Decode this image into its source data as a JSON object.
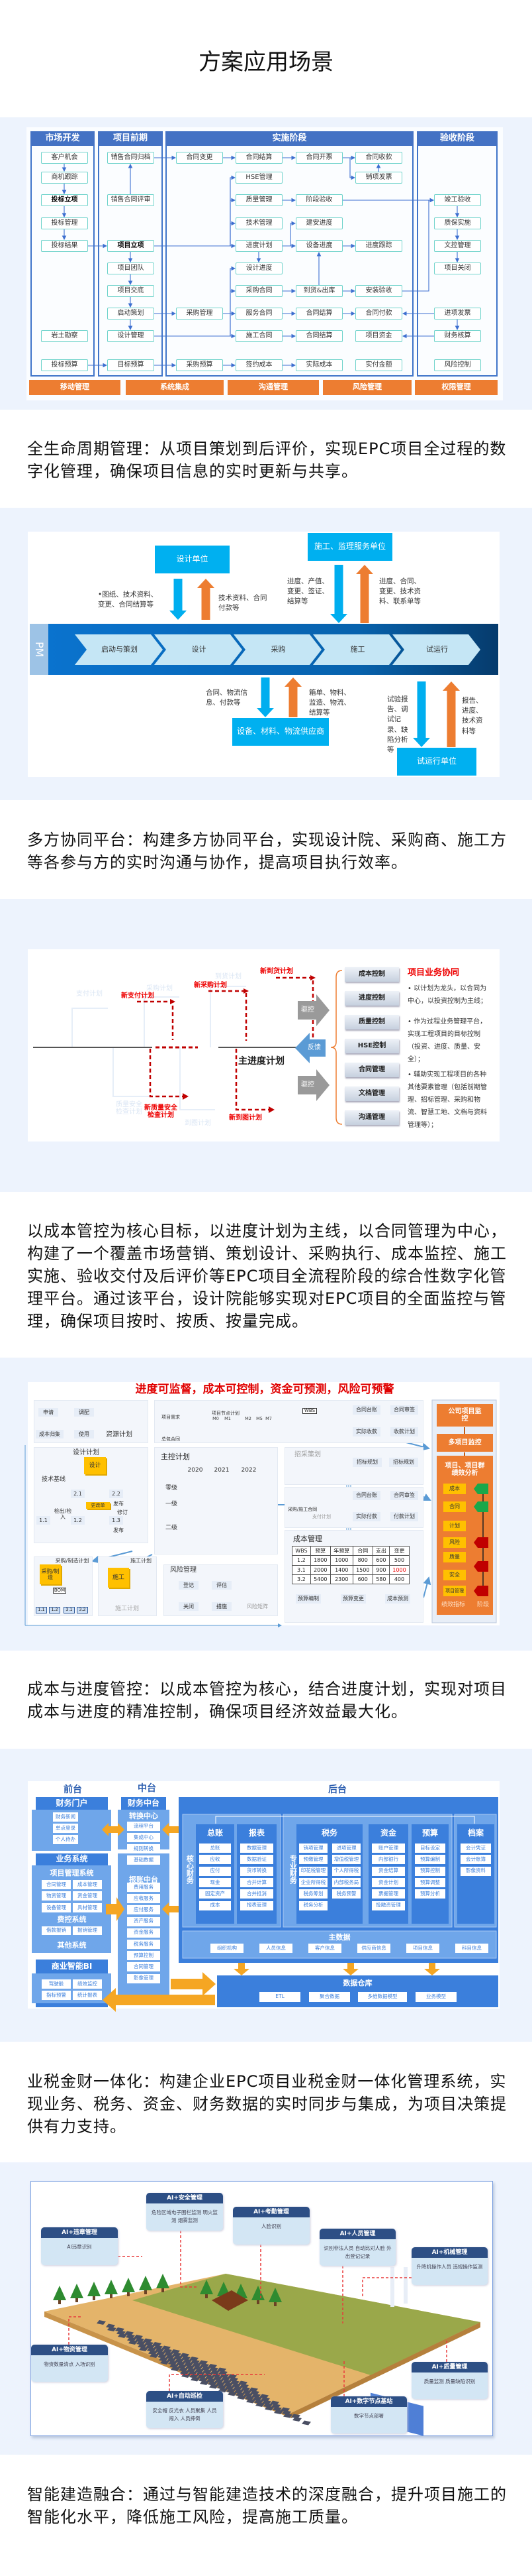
{
  "page_title": "方案应用场景",
  "sections": [
    {
      "text": "全生命周期管理：从项目策划到后评价，实现EPC项目全过程的数字化管理，确保项目信息的实时更新与共享。"
    },
    {
      "text": "多方协同平台：构建多方协同平台，实现设计院、采购商、施工方等各参与方的实时沟通与协作，提高项目执行效率。"
    },
    {
      "text": "以成本管控为核心目标，以进度计划为主线，以合同管理为中心，构建了一个覆盖市场营销、策划设计、采购执行、成本监控、施工实施、验收交付及后评价等EPC项目全流程阶段的综合性数字化管理平台。通过该平台，设计院能够实现对EPC项目的全面监控与管理，确保项目按时、按质、按量完成。"
    },
    {
      "text": "成本与进度管控：以成本管控为核心，结合进度计划，实现对项目成本与进度的精准控制，确保项目经济效益最大化。"
    },
    {
      "text": "业税金财一体化：构建企业EPC项目业税金财一体化管理系统，实现业务、税务、资金、财务数据的实时同步与集成，为项目决策提供有力支持。"
    },
    {
      "text": "智能建造融合：通过与智能建造技术的深度融合，提升项目施工的智能化水平，降低施工风险，提高施工质量。"
    }
  ],
  "panel1": {
    "columns": [
      "市场开发",
      "项目前期",
      "实施阶段",
      "验收阶段"
    ],
    "nodes": [
      "客户机会",
      "商机跟踪",
      "投标立项",
      "投标管理",
      "投标结果",
      "岩土勘察",
      "投标预算",
      "销售合同归档",
      "销售合同评审",
      "项目立项",
      "项目团队",
      "项目交底",
      "启动策划",
      "设计管理",
      "目标预算",
      "合同变更",
      "采购管理",
      "采购预算",
      "合同结算",
      "HSE管理",
      "质量管理",
      "技术管理",
      "进度计划",
      "设计进度",
      "采购合同",
      "服务合同",
      "施工合同",
      "签约成本",
      "合同开票",
      "阶段验收",
      "建安进度",
      "设备进度",
      "到货&出库",
      "合同结算",
      "合同结算",
      "实际成本",
      "合同收款",
      "销项发票",
      "进度跟踪",
      "安装验收",
      "合同付款",
      "项目资金",
      "实付金额",
      "竣工验收",
      "质保实施",
      "文控管理",
      "项目关闭",
      "进项发票",
      "财务核算",
      "风险控制"
    ],
    "footer": [
      "移动管理",
      "系统集成",
      "沟通管理",
      "风险管理",
      "权限管理"
    ],
    "colors": {
      "header": "#4472c4",
      "node_border": "#6fd3cb",
      "footer": "#ed7d31"
    }
  },
  "panel2": {
    "band_label": "PM",
    "stages": [
      "启动与策划",
      "设计",
      "采购",
      "施工",
      "试运行"
    ],
    "parties": [
      "设计单位",
      "施工、监理服务单位",
      "设备、材料、物流供应商",
      "试运行单位"
    ],
    "flows": [
      "•图纸、技术资料、变更、合同结算等",
      "技术资料、合同付款等",
      "进度、产值、变更、签证、结算等",
      "进度、合同、变更、技术资料、联系单等",
      "合同、物流信息、付款等",
      "箱单、物料、监造、物流、结算等",
      "试验报告、调试记录、缺陷分析等",
      "报告、进度、技术资料等"
    ],
    "colors": {
      "down": "#00aeef",
      "up": "#ed7d31"
    }
  },
  "panel3": {
    "old_plans": [
      "支付计划",
      "采购计划",
      "到货计划",
      "质量安全检查计划",
      "到图计划"
    ],
    "new_plans": [
      "新支付计划",
      "新采购计划",
      "新到货计划",
      "新质量安全检查计划",
      "新到图计划"
    ],
    "main_plan": "主进度计划",
    "drive_label": "驱控",
    "drive_label_2": "驱控",
    "feedback_label": "反馈",
    "controls": [
      "成本控制",
      "进度控制",
      "质量控制",
      "HSE控制",
      "合同管理",
      "文档管理",
      "沟通管理"
    ],
    "heading": "项目业务协同",
    "bullets": [
      "• 以计划为龙头，以合同为中心，以投资控制为主线；",
      "• 作为过程业务管理平台，实现工程项目的目标控制（投资、进度、质量、安全）；",
      "• 辅助实现工程项目的各种其他要素管理（包括前期管理、招标管理、采购和物流、智慧工地、文档与资料管理等）；"
    ]
  },
  "panel4": {
    "title": "进度可监督，成本可控制，资金可预测，风险可预警",
    "resource": {
      "apply": "申请",
      "allocate": "调配",
      "use": "使用",
      "collect": "成本归集",
      "plan": "资源计划"
    },
    "top": {
      "demand": "项目需求",
      "contract": "总包合同",
      "node_plan": "项目节点计划",
      "milestones": [
        "M0",
        "M1",
        "M2",
        "M5",
        "M7"
      ],
      "wbs": "WBS",
      "ledger": "合同台账",
      "sign": "合同审签",
      "receipt": "实际收款",
      "receipt_plan": "收款计划"
    },
    "design": {
      "title": "设计计划",
      "baseline": "技术基线",
      "design": "设计",
      "n21": "2.1",
      "n22": "2.2",
      "change": "更改单",
      "publish1": "发布",
      "revise": "修订",
      "checkio": "检出/检入",
      "n11": "1.1",
      "n12": "1.2",
      "n13": "1.3",
      "publish2": "发布"
    },
    "master": {
      "title": "主控计划",
      "years": [
        "2020",
        "2021",
        "2022"
      ],
      "levels": [
        "零级",
        "一级",
        "二级"
      ]
    },
    "bidding": {
      "title": "招采策划",
      "items": [
        "招标规划",
        "招标规划"
      ]
    },
    "payment": {
      "contract": "采购/施工合同",
      "pay_plan": "支付计划",
      "ledger": "合同台账",
      "sign": "合同审签",
      "actual": "实际付款",
      "plan": "付款计划"
    },
    "cost": {
      "title": "成本管理",
      "headers": [
        "WBS",
        "预算",
        "年预算",
        "合同",
        "支出",
        "变更"
      ],
      "rows": [
        [
          "1.2",
          "1800",
          "1000",
          "800",
          "600",
          "500"
        ],
        [
          "3.1",
          "2000",
          "1400",
          "1500",
          "900",
          "1000"
        ],
        [
          "3.2",
          "5400",
          "2300",
          "600",
          "580",
          "400"
        ]
      ],
      "flow": [
        "预算编制",
        "预算变更",
        "成本预测"
      ]
    },
    "procurement": {
      "title": "采购/制造计划",
      "sticky": "采购/制造",
      "bom": "BOM",
      "leaves": [
        "1.1",
        "1.2",
        "3.1",
        "3.2"
      ]
    },
    "construction": {
      "title": "施工计划",
      "sticky": "施工",
      "plan": "施工计划"
    },
    "risk": {
      "title": "风险管理",
      "register": "登记",
      "assess": "评估",
      "measure": "措施",
      "close": "关闭",
      "matrix": "风险矩阵"
    },
    "monitor": {
      "company": "公司项目监控",
      "multi": "多项目监控",
      "analysis": "项目、项目群绩效分析",
      "indicators": [
        "成本",
        "合同",
        "计划",
        "风险",
        "质量",
        "安全",
        "项目管理"
      ],
      "kpi_label": "绩效指标",
      "stage_label": "阶段"
    }
  },
  "panel5": {
    "tiers": [
      "前台",
      "中台",
      "后台"
    ],
    "portal": {
      "title": "财务门户",
      "items": [
        "财务新闻",
        "单点登录",
        "个人待办"
      ]
    },
    "business": {
      "title": "业务系统",
      "pms": "项目管理系统",
      "pms_items": [
        "合同管理",
        "成本管理",
        "物资管理",
        "资金管理",
        "设备管理",
        "具材管理"
      ],
      "expense": "费控系统",
      "expense_items": [
        "借款报销",
        "报销管理"
      ],
      "other": "其他系统"
    },
    "bi": {
      "title": "商业智能BI",
      "items": [
        "驾驶舱",
        "绩效监控",
        "指标预警",
        "统计报表"
      ]
    },
    "middle": {
      "title": "财务中台",
      "conv": "转换中心",
      "conv_items": [
        "流程平台",
        "集成中心",
        "规则转换",
        "基础数据"
      ],
      "claim": "报账中台",
      "claim_items": [
        "费用服务",
        "应收服务",
        "应付服务",
        "资产服务",
        "资金服务",
        "税务服务",
        "预算控制",
        "合同管理",
        "影像管理"
      ]
    },
    "core": {
      "label": "核心财务",
      "ledger": "总账",
      "ledger_items": [
        "总账",
        "应收",
        "应付",
        "现金",
        "固定资产",
        "成本"
      ],
      "report": "报表",
      "report_items": [
        "数据管理",
        "数据验证",
        "货币转换",
        "合并计算",
        "合并抵消",
        "报表管理"
      ]
    },
    "pro": {
      "label": "专业财务",
      "tax": "税务",
      "tax_items": [
        "销项管理",
        "进项管理",
        "预缴管理",
        "增值税管理",
        "印花税管理",
        "个人所得税",
        "企业所得税",
        "内部税务局",
        "税务筹划",
        "税务预警",
        "税务分析"
      ],
      "fund": "资金",
      "fund_items": [
        "账户管理",
        "内部银行",
        "资金结算",
        "资金计划",
        "票据管理",
        "投融资管理"
      ],
      "budget": "预算",
      "budget_items": [
        "目标设定",
        "预算编制",
        "预算控制",
        "预算调整",
        "预算分析"
      ]
    },
    "archive": {
      "title": "档案",
      "items": [
        "会计凭证",
        "会计账簿",
        "影像资料"
      ]
    },
    "master": {
      "title": "主数据",
      "items": [
        "组织机构",
        "人员信息",
        "客户信息",
        "供应商信息",
        "项目信息",
        "科目信息"
      ]
    },
    "warehouse": {
      "title": "数据仓库",
      "items": [
        "ETL",
        "聚合数据",
        "多维数据模型",
        "业务模型"
      ]
    }
  },
  "panel6": {
    "callouts": [
      {
        "title": "AI+违章管理",
        "body": "AI违章识别"
      },
      {
        "title": "AI+安全管理",
        "body": "危险区域电子围栏监测 明火监测 烟雾监测"
      },
      {
        "title": "AI+考勤管理",
        "body": "人脸识别"
      },
      {
        "title": "AI+人员管理",
        "body": "识别非法人员 自动比对人脸 外出登记记录"
      },
      {
        "title": "AI+机械管理",
        "body": "升降机操作人员 违规操作监测"
      },
      {
        "title": "AI+物资管理",
        "body": "物资数量清点 入场识别"
      },
      {
        "title": "AI+自动巡检",
        "body": "安全帽 反光衣 人员聚集 人员闯入 人员摔倒"
      },
      {
        "title": "AI+数字节点基站",
        "body": "数字节点部署"
      },
      {
        "title": "AI+质量管理",
        "body": "质量监测 质量缺陷识别"
      }
    ]
  }
}
